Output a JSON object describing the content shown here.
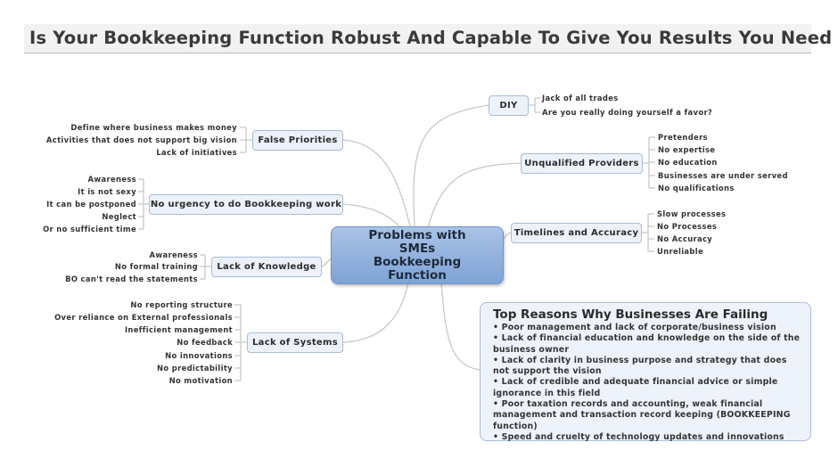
{
  "title": "Is Your Bookkeeping Function Robust And Capable To Give You Results You Need",
  "center": "Problems with SMEs\nBookkeeping\nFunction",
  "left_topics": [
    {
      "label": "False Priorities",
      "items": [
        "Define where business makes money",
        "Activities that does not support big vision",
        "Lack of initiatives"
      ]
    },
    {
      "label": "No urgency to do Bookkeeping work",
      "items": [
        "Awareness",
        "It is not sexy",
        "It can be postponed",
        "Neglect",
        "Or no sufficient time"
      ]
    },
    {
      "label": "Lack of Knowledge",
      "items": [
        "Awareness",
        "No formal training",
        "BO can't read the statements"
      ]
    },
    {
      "label": "Lack of Systems",
      "items": [
        "No reporting structure",
        "Over reliance on External professionals",
        "Inefficient management",
        "No feedback",
        "No innovations",
        "No predictability",
        "No motivation"
      ]
    }
  ],
  "right_topics": [
    {
      "label": "DIY",
      "items": [
        "Jack of all trades",
        "Are you really doing yourself a favor?"
      ]
    },
    {
      "label": "Unqualified Providers",
      "items": [
        "Pretenders",
        "No expertise",
        "No education",
        "Businesses are under served",
        "No qualifications"
      ]
    },
    {
      "label": "Timelines and Accuracy",
      "items": [
        "Slow processes",
        "No Processes",
        "No Accuracy",
        "Unreliable"
      ]
    }
  ],
  "callout": {
    "title": "Top Reasons Why Businesses Are Failing",
    "items": [
      "• Poor management and lack of corporate/business vision",
      "• Lack of financial education and knowledge on the side of the business owner",
      "• Lack of clarity in business purpose and strategy that does not support the vision",
      "• Lack of credible and adequate financial advice or simple ignorance in this field",
      "• Poor taxation records and accounting, weak financial management and transaction record keeping (BOOKKEEPING function)",
      "• Speed and cruelty of technology updates and innovations"
    ]
  },
  "colors": {
    "connector": "#c8c8c8",
    "center_fill": "#8eafdd",
    "topic_fill": "#edf2fa",
    "topic_border": "#a9bcd6"
  }
}
